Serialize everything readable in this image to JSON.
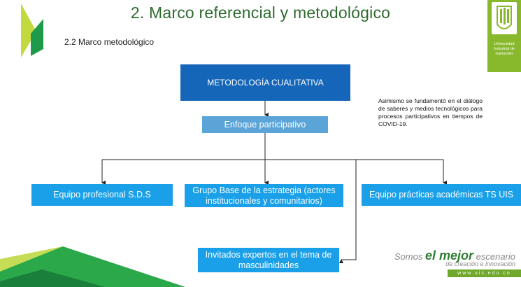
{
  "header": {
    "title": "2. Marco referencial y metodológico",
    "subtitle": "2.2 Marco metodológico"
  },
  "diagram": {
    "main": "METODOLOGÍA CUALITATIVA",
    "enfoque": "Enfoque participativo",
    "equipo_sds": "Equipo profesional S.D.S",
    "grupo_base": "Grupo Base de la estrategia (actores institucionales y comunitarios)",
    "equipo_practicas": "Equipo prácticas académicas TS UIS",
    "invitados": "Invitados expertos en el tema de masculinidades"
  },
  "note": "Asimismo se fundamentó en el diálogo de saberes y medios tecnológicos para procesos participativos en tiempos de COVID-19.",
  "logo": {
    "icon": "uis-shield-icon",
    "text": "Universidad Industrial de Santander"
  },
  "footer": {
    "slogan_prefix": "Somos",
    "slogan_strong": "el mejor",
    "slogan_suffix": "escenario",
    "slogan_line2": "de creación e innovación",
    "website": "www.uis.edu.co"
  },
  "colors": {
    "title": "#2f6b2f",
    "main_box": "#1566b8",
    "enfoque_box": "#5aa4d7",
    "child_box": "#1aa0e8",
    "brand_green": "#88b92c"
  }
}
